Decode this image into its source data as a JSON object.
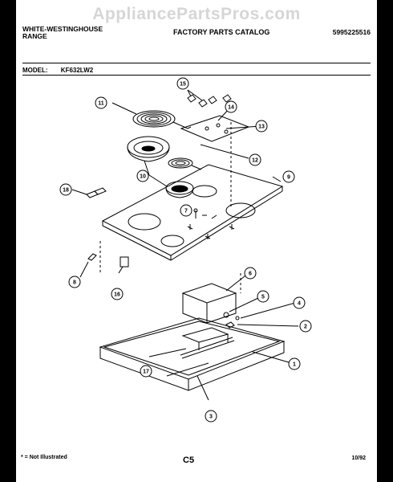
{
  "watermark": "AppliancePartsPros.com",
  "header": {
    "brand_line1": "WHITE-WESTINGHOUSE",
    "brand_line2": "RANGE",
    "catalog_title": "FACTORY PARTS CATALOG",
    "catalog_number": "5995225516"
  },
  "model": {
    "label": "MODEL:",
    "value": "KF632LW2"
  },
  "callouts": [
    "1",
    "2",
    "3",
    "4",
    "5",
    "6",
    "7",
    "8",
    "9",
    "10",
    "11",
    "12",
    "13",
    "14",
    "15",
    "16",
    "17",
    "18"
  ],
  "footer": {
    "note": "* = Not Illustrated",
    "page": "C5",
    "date": "10/92"
  }
}
